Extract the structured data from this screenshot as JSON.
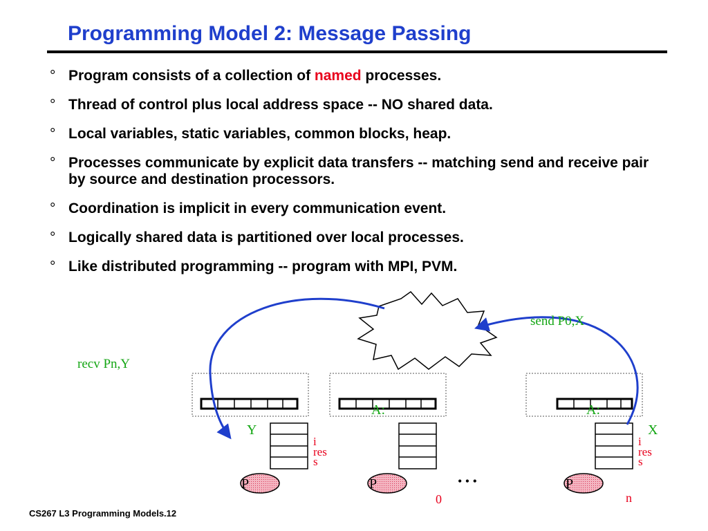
{
  "title": "Programming Model 2:  Message Passing",
  "bullet_marker": "°",
  "bullets": [
    {
      "before": "Program consists of a collection of ",
      "highlight": "named",
      "after": " processes."
    },
    {
      "text": "Thread of control plus local address space -- NO shared data."
    },
    {
      "text": "Local variables, static variables, common blocks, heap."
    },
    {
      "text": "Processes communicate by explicit data transfers -- matching send and receive pair by source and destination processors."
    },
    {
      "text": "Coordination is implicit in every communication event."
    },
    {
      "text": "Logically shared data is partitioned over local processes."
    },
    {
      "text": "Like distributed programming -- program with MPI, PVM."
    }
  ],
  "diagram": {
    "send_label": "send P0,X",
    "recv_label": "recv Pn,Y",
    "array_label": "A:",
    "left_var": "Y",
    "right_var": "X",
    "stack_labels": [
      "i",
      "res",
      "s"
    ],
    "processor_label": "P",
    "index_first": "0",
    "index_last": "n",
    "ellipsis": "• • •"
  },
  "colors": {
    "title": "#1f3fcc",
    "highlight": "#e8001c",
    "label_green": "#14a614",
    "label_red": "#e8001c",
    "arrow_blue": "#1f3fcc",
    "processor_fill": "#f4b6c2"
  },
  "footer": "CS267  L3 Programming Models.12"
}
